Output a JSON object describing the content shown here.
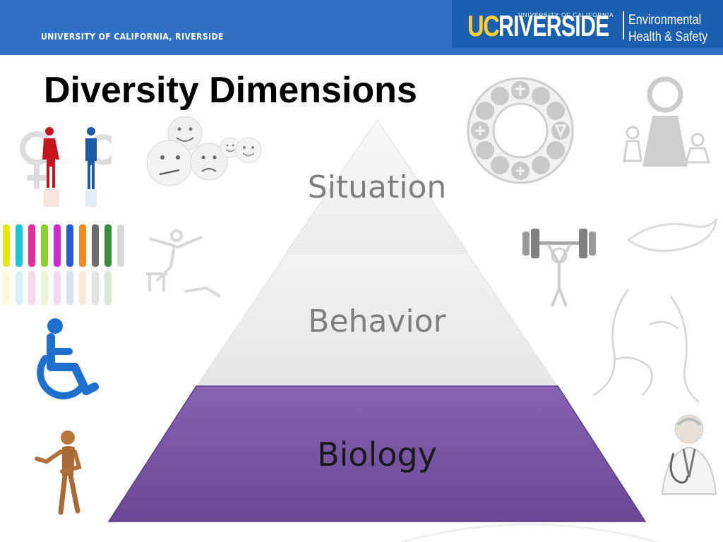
{
  "header": {
    "org_name": "UNIVERSITY OF CALIFORNIA, RIVERSIDE",
    "logo": {
      "uc": "UC",
      "riverside": "RIVERSIDE",
      "small": "UNIVERSITY OF CALIFORNIA",
      "dept_line1": "Environmental",
      "dept_line2": "Health & Safety"
    }
  },
  "slide": {
    "title": "Diversity Dimensions",
    "pyramid": {
      "levels": [
        {
          "label": "Situation"
        },
        {
          "label": "Behavior"
        },
        {
          "label": "Biology"
        }
      ]
    }
  },
  "colors": {
    "header_blue": "#2f6fc4",
    "logo_blue": "#1b5fb0",
    "uc_gold": "#ffcf2d",
    "pyramid_purple": "#7e59a8",
    "pyramid_gray": "#ececec",
    "wheelchair_blue": "#1f6fcf"
  },
  "icons": [
    "gender-symbols-icon",
    "emoji-faces-icon",
    "religion-wheel-icon",
    "family-icon",
    "colorful-people-icon",
    "wheelchair-icon",
    "weightlifter-icon",
    "wooden-mannequin-icon",
    "doctor-icon"
  ]
}
